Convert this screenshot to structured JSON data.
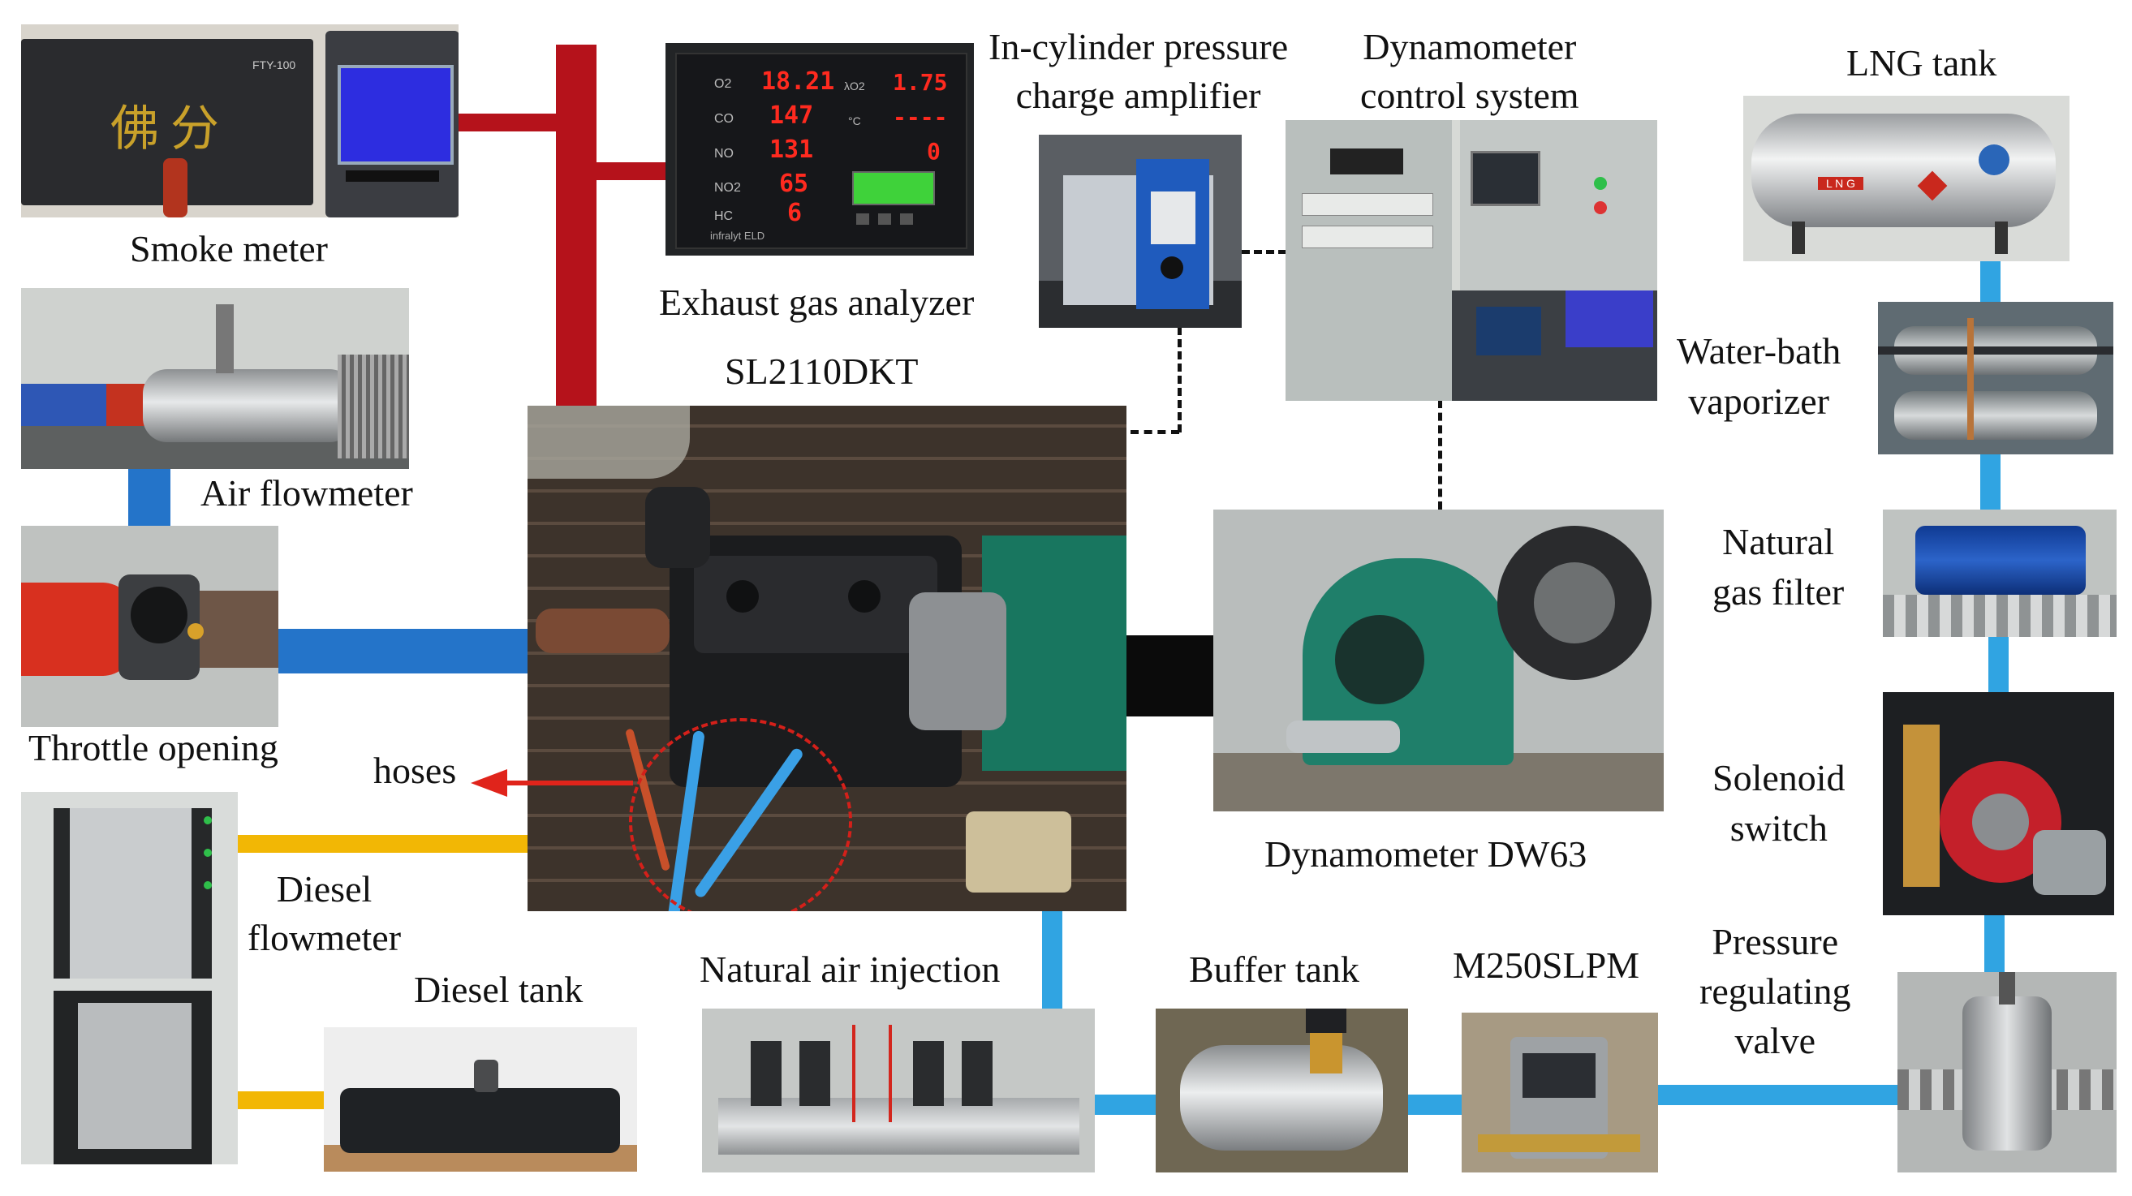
{
  "labels": {
    "smoke_meter": "Smoke meter",
    "exhaust_gas_analyzer": "Exhaust gas analyzer",
    "amplifier_line1": "In-cylinder pressure",
    "amplifier_line2": "charge amplifier",
    "dyno_control_line1": "Dynamometer",
    "dyno_control_line2": "control system",
    "lng_tank": "LNG tank",
    "engine": "SL2110DKT",
    "air_flowmeter": "Air flowmeter",
    "water_bath_line1": "Water-bath",
    "water_bath_line2": "vaporizer",
    "natural_gas_filter_line1": "Natural",
    "natural_gas_filter_line2": "gas filter",
    "throttle_opening": "Throttle opening",
    "hoses": "hoses",
    "dynamometer": "Dynamometer DW63",
    "solenoid_line1": "Solenoid",
    "solenoid_line2": "switch",
    "diesel_flowmeter_line1": "Diesel",
    "diesel_flowmeter_line2": "flowmeter",
    "diesel_tank": "Diesel tank",
    "natural_air_injection": "Natural air injection",
    "buffer_tank": "Buffer tank",
    "mass_flowmeter": "M250SLPM",
    "pressure_valve_line1": "Pressure",
    "pressure_valve_line2": "regulating",
    "pressure_valve_line3": "valve"
  },
  "instruments": {
    "smoke_meter_model": "FTY-100",
    "smoke_meter_brand": "佛分",
    "analyzer_brand": "infralyt ELD",
    "analyzer_rows": [
      {
        "name": "O2",
        "value": "18.21"
      },
      {
        "name": "CO",
        "value": "147"
      },
      {
        "name": "NO",
        "value": "131"
      },
      {
        "name": "NO2",
        "value": "65"
      },
      {
        "name": "HC",
        "value": "6"
      }
    ],
    "analyzer_right_rows": [
      {
        "name": "λO2",
        "value": "1.75"
      },
      {
        "name": "°C",
        "value": "----"
      },
      {
        "name": "",
        "value": "0"
      }
    ],
    "lng_tag": "L N G"
  },
  "colors": {
    "exhaust": "#b5121b",
    "air": "#2474c9",
    "gas": "#30a4e2",
    "diesel": "#f2b705",
    "shaft": "#0b0b0b",
    "hose_arrow": "#e0241b"
  }
}
